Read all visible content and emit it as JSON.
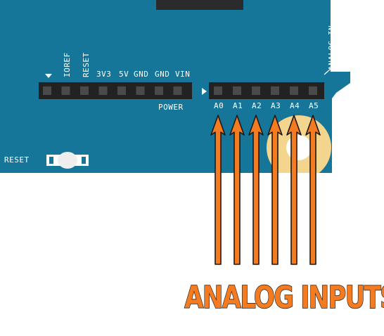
{
  "board": {
    "colors": {
      "board": "#16769a",
      "header_dark": "#222222",
      "header_pin": "#4a4a4a",
      "usb_shadow": "#2b2b2b",
      "mount_ring": "#f4d58d",
      "arrow": "#f47b20",
      "arrow_outline": "#1a1a1a"
    },
    "power_header": {
      "pin_labels": [
        "IOREF",
        "RESET",
        "3V3",
        "5V",
        "GND",
        "GND",
        "VIN"
      ],
      "title": "POWER",
      "pin_count": 8
    },
    "analog_header": {
      "title": "ANALOG IN",
      "pin_labels": [
        "A0",
        "A1",
        "A2",
        "A3",
        "A4",
        "A5"
      ],
      "pin_count": 6
    },
    "reset_button": {
      "label": "RESET"
    }
  },
  "caption": {
    "text": "ANALOG INPUTS"
  }
}
